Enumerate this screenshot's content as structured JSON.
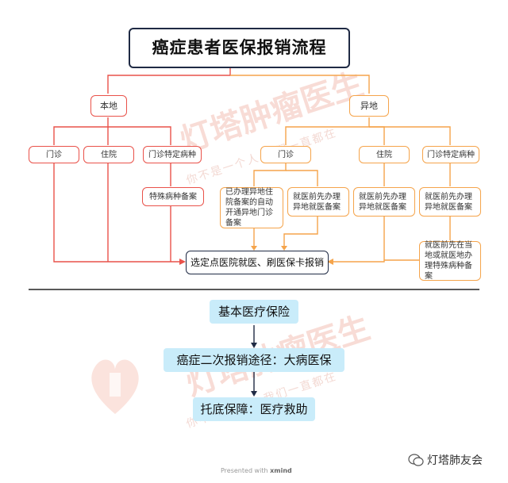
{
  "title": "癌症患者医保报销流程",
  "local": {
    "label": "本地",
    "children": [
      "门诊",
      "住院",
      "门诊特定病种"
    ],
    "special_record": "特殊病种备案"
  },
  "remote": {
    "label": "异地",
    "outpatient": "门诊",
    "inpatient": "住院",
    "special": "门诊特定病种",
    "outpatient_a": "已办理异地住院备案的自动开通异地门诊备案",
    "outpatient_b": "就医前先办理异地就医备案",
    "inpatient_note": "就医前先办理异地就医备案",
    "special_note_1": "就医前先办理异地就医备案",
    "special_note_2": "就医前先在当地或就医地办理特殊病种备案"
  },
  "settle": "选定点医院就医、刷医保卡报销",
  "chain": [
    "基本医疗保险",
    "癌症二次报销途径：大病医保",
    "托底保障：医疗救助"
  ],
  "watermark": {
    "brand": "灯塔肿瘤医生",
    "slogan": "你不是一个人 我们一直都在"
  },
  "footer": {
    "presented": "Presented with",
    "app": "xmind"
  },
  "account": "灯塔肺友会",
  "colors": {
    "red": "#e9524a",
    "orange": "#f5a44b",
    "dark": "#1f2a44",
    "blue": "#c9ecfa"
  }
}
